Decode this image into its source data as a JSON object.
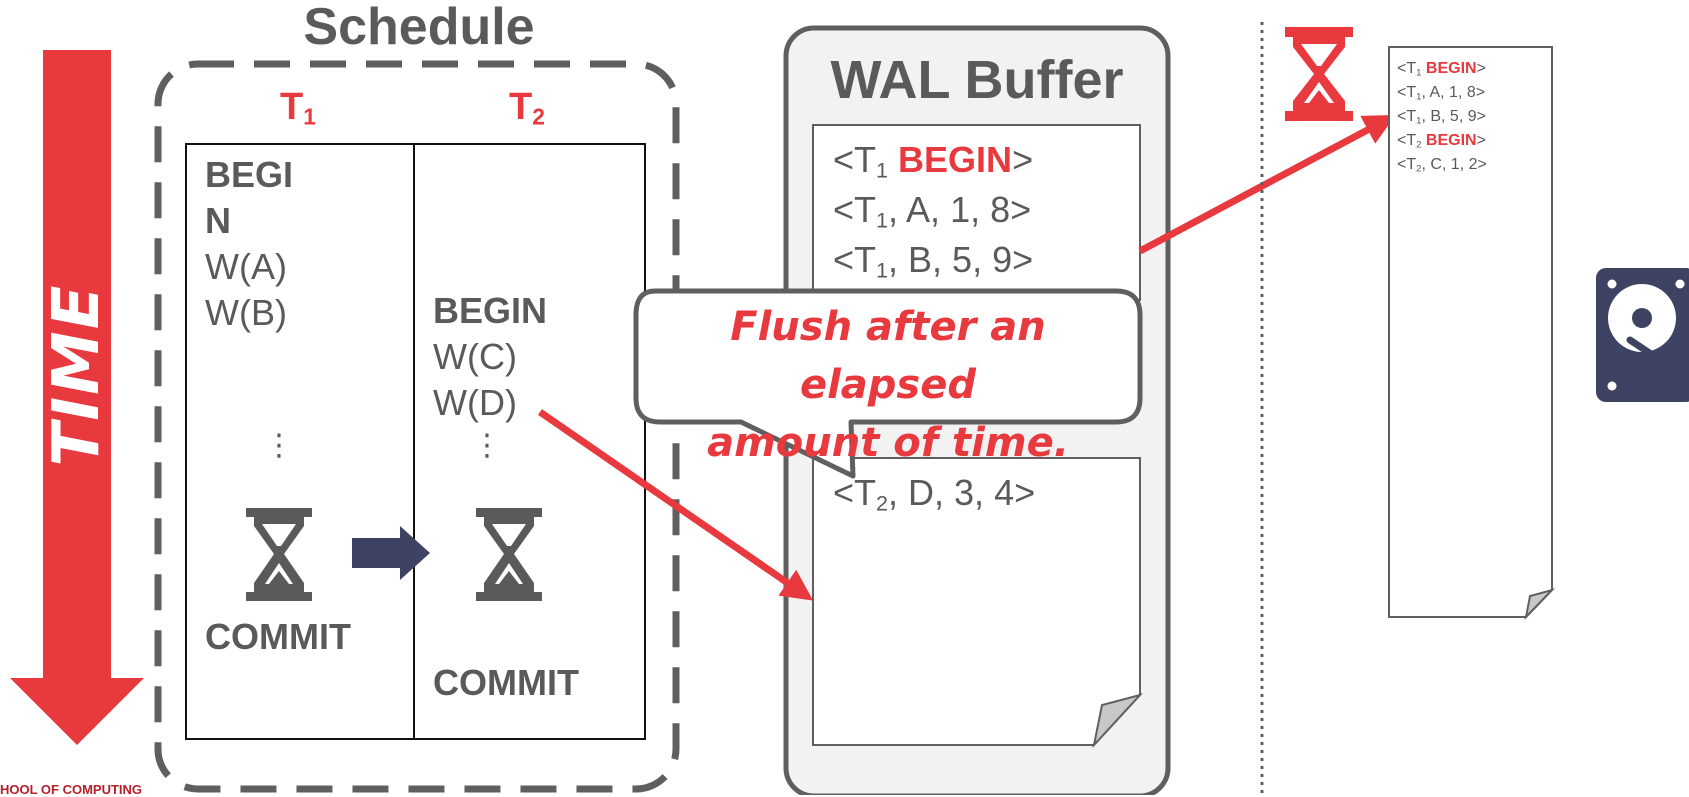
{
  "time_label": "TIME",
  "schedule": {
    "title": "Schedule",
    "t1_header": {
      "base": "T",
      "sub": "1"
    },
    "t2_header": {
      "base": "T",
      "sub": "2"
    },
    "t1_ops": {
      "begin_line1": "BEGI",
      "begin_line2": "N",
      "w1": "W(A)",
      "w2": "W(B)",
      "ellipsis": "⋮",
      "commit": "COMMIT"
    },
    "t2_ops": {
      "begin": "BEGIN",
      "w1": "W(C)",
      "w2": "W(D)",
      "ellipsis": "⋮",
      "commit": "COMMIT"
    }
  },
  "wal_buffer": {
    "title": "WAL Buffer",
    "page1": [
      {
        "prefix": "<T",
        "sub": "1",
        "rest": " ",
        "keyword": "BEGIN",
        "suffix": ">"
      },
      {
        "prefix": "<T",
        "sub": "1",
        "rest": ", A, 1, 8>",
        "keyword": "",
        "suffix": ""
      },
      {
        "prefix": "<T",
        "sub": "1",
        "rest": ", B, 5, 9>",
        "keyword": "",
        "suffix": ""
      }
    ],
    "page2": [
      {
        "prefix": "<T",
        "sub": "2",
        "rest": ", D, 3, 4>",
        "keyword": "",
        "suffix": ""
      }
    ]
  },
  "callout": {
    "line1": "Flush after an elapsed",
    "line2": "amount of time."
  },
  "disk_log": [
    {
      "prefix": "<T",
      "sub": "1",
      "rest": " ",
      "keyword": "BEGIN",
      "suffix": ">"
    },
    {
      "prefix": "<T",
      "sub": "1",
      "rest": ", A, 1, 8>",
      "keyword": "",
      "suffix": ""
    },
    {
      "prefix": "<T",
      "sub": "1",
      "rest": ", B, 5, 9>",
      "keyword": "",
      "suffix": ""
    },
    {
      "prefix": "<T",
      "sub": "2",
      "rest": " ",
      "keyword": "BEGIN",
      "suffix": ">"
    },
    {
      "prefix": "<T",
      "sub": "2",
      "rest": ", C, 1, 2>",
      "keyword": "",
      "suffix": ""
    }
  ],
  "footer": "HOOL OF COMPUTING",
  "colors": {
    "accent_red": "#e8393f",
    "gray": "#5a5a5a",
    "navy": "#3f4363",
    "panel": "#f2f2f2"
  }
}
